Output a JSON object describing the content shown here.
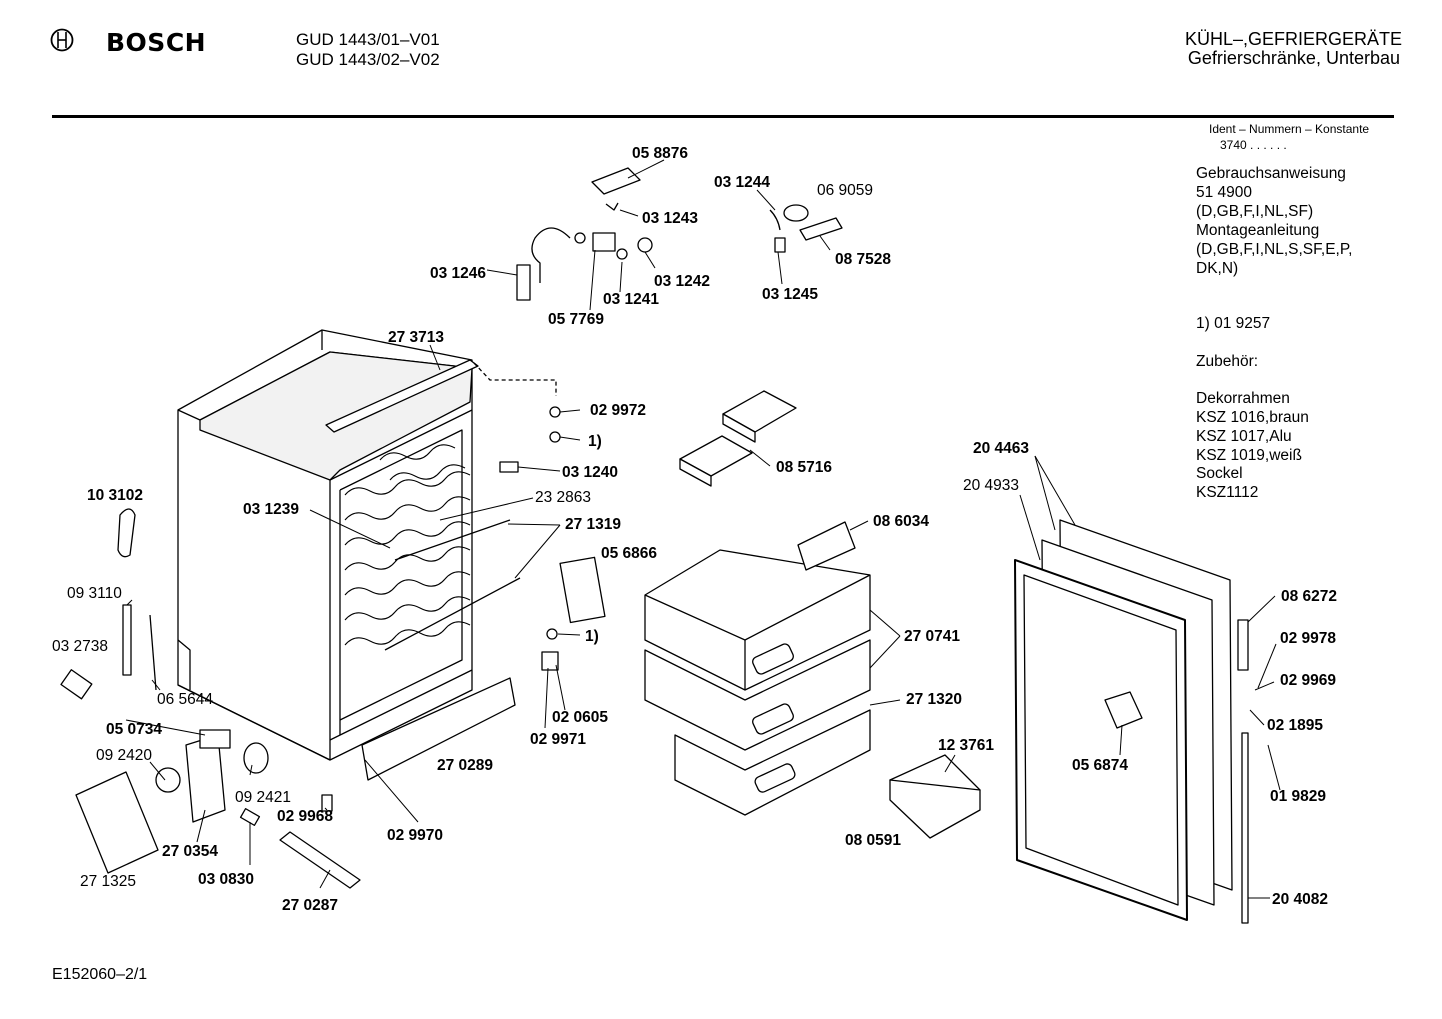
{
  "header": {
    "brand": "BOSCH",
    "models": [
      "GUD 1443/01–V01",
      "GUD 1443/02–V02"
    ],
    "category": "KÜHL–,GEFRIERGERÄTE",
    "subcategory": "Gefrierschränke, Unterbau"
  },
  "sidebar": {
    "ident_title": "Ident – Nummern – Konstante",
    "ident_value": "3740 . . . . . .",
    "lines": [
      "Gebrauchsanweisung",
      "51 4900",
      "(D,GB,F,I,NL,SF)",
      "Montageanleitung",
      "(D,GB,F,I,NL,S,SF,E,P,",
      "DK,N)"
    ],
    "note": "1)  01 9257",
    "accessories_title": "Zubehör:",
    "accessories": [
      "Dekorrahmen",
      "KSZ 1016,braun",
      "KSZ 1017,Alu",
      "KSZ 1019,weiß",
      "Sockel",
      "KSZ1112"
    ]
  },
  "part_labels": [
    {
      "id": "058876",
      "text": "05 8876",
      "bold": true
    },
    {
      "id": "031244",
      "text": "03 1244",
      "bold": true
    },
    {
      "id": "069059",
      "text": "06 9059",
      "bold": false
    },
    {
      "id": "031243",
      "text": "03 1243",
      "bold": true
    },
    {
      "id": "087528",
      "text": "08 7528",
      "bold": true
    },
    {
      "id": "031246",
      "text": "03 1246",
      "bold": true
    },
    {
      "id": "031242",
      "text": "03 1242",
      "bold": true
    },
    {
      "id": "031241",
      "text": "03 1241",
      "bold": true
    },
    {
      "id": "031245",
      "text": "03 1245",
      "bold": true
    },
    {
      "id": "057769",
      "text": "05 7769",
      "bold": true
    },
    {
      "id": "273713",
      "text": "27 3713",
      "bold": true
    },
    {
      "id": "029972",
      "text": "02 9972",
      "bold": true
    },
    {
      "id": "note1a",
      "text": "1)",
      "bold": true
    },
    {
      "id": "085716",
      "text": "08 5716",
      "bold": true
    },
    {
      "id": "031240",
      "text": "03 1240",
      "bold": true
    },
    {
      "id": "103102",
      "text": "10 3102",
      "bold": true
    },
    {
      "id": "232863",
      "text": "23 2863",
      "bold": false
    },
    {
      "id": "031239",
      "text": "03 1239",
      "bold": true
    },
    {
      "id": "271319",
      "text": "27 1319",
      "bold": true
    },
    {
      "id": "086034",
      "text": "08 6034",
      "bold": true
    },
    {
      "id": "204463",
      "text": "20 4463",
      "bold": true
    },
    {
      "id": "204933",
      "text": "20 4933",
      "bold": false
    },
    {
      "id": "056866",
      "text": "05 6866",
      "bold": true
    },
    {
      "id": "093110",
      "text": "09 3110",
      "bold": false
    },
    {
      "id": "032738",
      "text": "03 2738",
      "bold": false
    },
    {
      "id": "note1b",
      "text": "1)",
      "bold": true
    },
    {
      "id": "270741",
      "text": "27 0741",
      "bold": true
    },
    {
      "id": "086272",
      "text": "08 6272",
      "bold": true
    },
    {
      "id": "029978",
      "text": "02 9978",
      "bold": true
    },
    {
      "id": "065644",
      "text": "06 5644",
      "bold": false
    },
    {
      "id": "029969",
      "text": "02 9969",
      "bold": true
    },
    {
      "id": "271320",
      "text": "27 1320",
      "bold": true
    },
    {
      "id": "050734",
      "text": "05 0734",
      "bold": true
    },
    {
      "id": "020605",
      "text": "02 0605",
      "bold": true
    },
    {
      "id": "021895",
      "text": "02 1895",
      "bold": true
    },
    {
      "id": "029971",
      "text": "02 9971",
      "bold": true
    },
    {
      "id": "123761",
      "text": "12 3761",
      "bold": true
    },
    {
      "id": "092420",
      "text": "09 2420",
      "bold": false
    },
    {
      "id": "056874",
      "text": "05 6874",
      "bold": true
    },
    {
      "id": "270289",
      "text": "27 0289",
      "bold": true
    },
    {
      "id": "092421",
      "text": "09 2421",
      "bold": false
    },
    {
      "id": "019829",
      "text": "01 9829",
      "bold": true
    },
    {
      "id": "029968",
      "text": "02 9968",
      "bold": true
    },
    {
      "id": "029970",
      "text": "02 9970",
      "bold": true
    },
    {
      "id": "080591",
      "text": "08 0591",
      "bold": true
    },
    {
      "id": "270354",
      "text": "27 0354",
      "bold": true
    },
    {
      "id": "030830",
      "text": "03 0830",
      "bold": true
    },
    {
      "id": "271325",
      "text": "27 1325",
      "bold": false
    },
    {
      "id": "270287",
      "text": "27 0287",
      "bold": true
    },
    {
      "id": "204082",
      "text": "20 4082",
      "bold": true
    }
  ],
  "footer": {
    "code": "E152060–2/1"
  }
}
